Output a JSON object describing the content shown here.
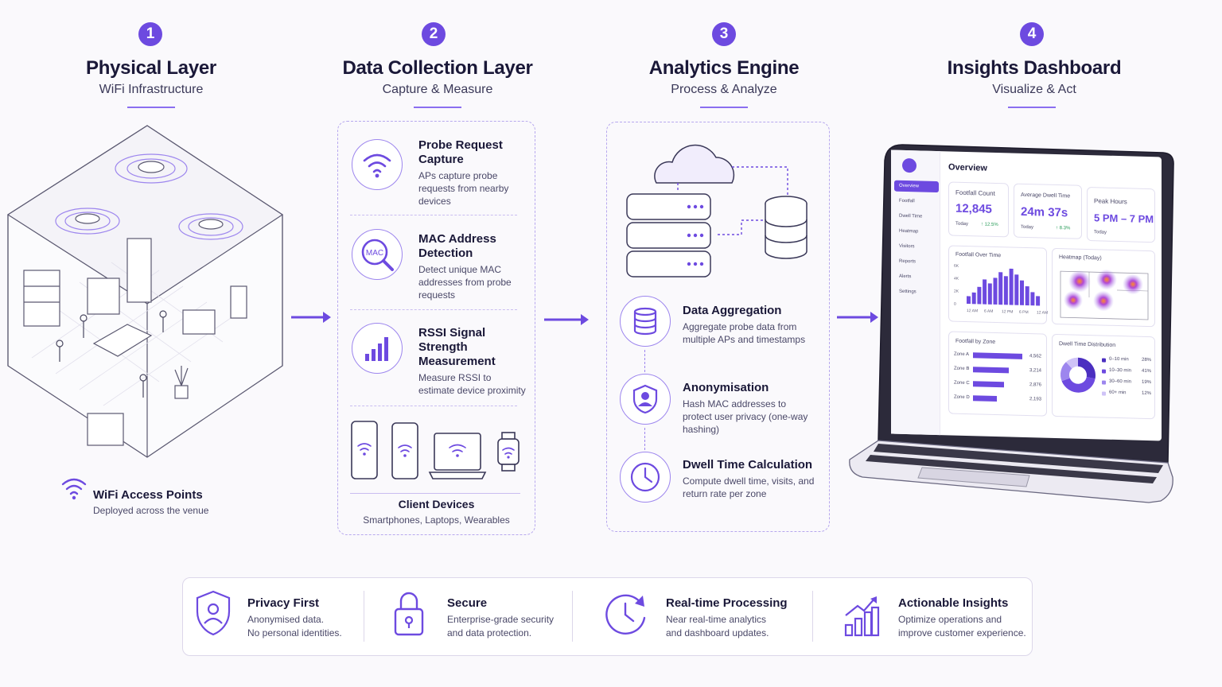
{
  "stages": [
    {
      "num": "1",
      "title": "Physical Layer",
      "subtitle": "WiFi Infrastructure"
    },
    {
      "num": "2",
      "title": "Data Collection Layer",
      "subtitle": "Capture & Measure"
    },
    {
      "num": "3",
      "title": "Analytics Engine",
      "subtitle": "Process & Analyze"
    },
    {
      "num": "4",
      "title": "Insights Dashboard",
      "subtitle": "Visualize & Act"
    }
  ],
  "physical": {
    "ap_title": "WiFi Access Points",
    "ap_desc": "Deployed across the venue"
  },
  "collection": {
    "items": [
      {
        "title": "Probe Request Capture",
        "desc": "APs capture probe requests from nearby devices",
        "icon": "wifi-icon"
      },
      {
        "title": "MAC Address Detection",
        "desc": "Detect unique MAC addresses from probe requests",
        "icon": "mac-search-icon",
        "icon_text": "MAC"
      },
      {
        "title": "RSSI Signal Strength Measurement",
        "desc": "Measure RSSI to estimate device proximity",
        "icon": "signal-bars-icon"
      }
    ],
    "devices_title": "Client Devices",
    "devices_desc": "Smartphones, Laptops, Wearables"
  },
  "analytics": {
    "items": [
      {
        "title": "Data Aggregation",
        "desc": "Aggregate probe data from multiple APs and timestamps",
        "icon": "database-icon"
      },
      {
        "title": "Anonymisation",
        "desc": "Hash MAC addresses to protect user privacy (one-way hashing)",
        "icon": "shield-user-icon"
      },
      {
        "title": "Dwell Time Calculation",
        "desc": "Compute dwell time, visits, and return rate per zone",
        "icon": "clock-icon"
      }
    ]
  },
  "dashboard": {
    "title": "Overview",
    "nav": [
      "Overview",
      "Footfall",
      "Dwell Time",
      "Heatmap",
      "Visitors",
      "Reports",
      "Alerts",
      "Settings"
    ],
    "kpis": [
      {
        "label": "Footfall Count",
        "value": "12,845",
        "period": "Today",
        "delta": "↑ 12.5%"
      },
      {
        "label": "Average Dwell Time",
        "value": "24m 37s",
        "period": "Today",
        "delta": "↑ 8.3%"
      },
      {
        "label": "Peak Hours",
        "value": "5 PM – 7 PM",
        "period": "Today",
        "delta": ""
      }
    ],
    "footfall_chart": {
      "title": "Footfall Over Time",
      "y_ticks": [
        "6K",
        "4K",
        "2K",
        "0"
      ],
      "x_ticks": [
        "12 AM",
        "6 AM",
        "12 PM",
        "6 PM",
        "12 AM"
      ],
      "values": [
        0.2,
        0.3,
        0.45,
        0.65,
        0.55,
        0.7,
        0.85,
        0.75,
        0.95,
        0.8,
        0.65,
        0.5,
        0.35,
        0.25
      ]
    },
    "heatmap_title": "Heatmap (Today)",
    "zones": {
      "title": "Footfall by Zone",
      "rows": [
        {
          "label": "Zone A",
          "value": "4,562",
          "frac": 1.0
        },
        {
          "label": "Zone B",
          "value": "3,214",
          "frac": 0.72
        },
        {
          "label": "Zone C",
          "value": "2,876",
          "frac": 0.63
        },
        {
          "label": "Zone D",
          "value": "2,193",
          "frac": 0.48
        }
      ]
    },
    "dwell": {
      "title": "Dwell Time Distribution",
      "rows": [
        {
          "label": "0–10 min",
          "value": "28%",
          "color": "#4b2fc0"
        },
        {
          "label": "10–30 min",
          "value": "41%",
          "color": "#6d4ae0"
        },
        {
          "label": "30–60 min",
          "value": "19%",
          "color": "#9d86ee"
        },
        {
          "label": "60+ min",
          "value": "12%",
          "color": "#cfc3f7"
        }
      ]
    }
  },
  "footer": [
    {
      "title": "Privacy First",
      "desc1": "Anonymised data.",
      "desc2": "No personal identities.",
      "icon": "shield-user-icon"
    },
    {
      "title": "Secure",
      "desc1": "Enterprise-grade security",
      "desc2": "and data protection.",
      "icon": "lock-icon"
    },
    {
      "title": "Real-time Processing",
      "desc1": "Near real-time analytics",
      "desc2": "and dashboard updates.",
      "icon": "clock-refresh-icon"
    },
    {
      "title": "Actionable Insights",
      "desc1": "Optimize operations and",
      "desc2": "improve customer experience.",
      "icon": "growth-chart-icon"
    }
  ],
  "colors": {
    "accent": "#6d4ae0",
    "accent_light": "#9d86ee",
    "text": "#1a1838"
  }
}
